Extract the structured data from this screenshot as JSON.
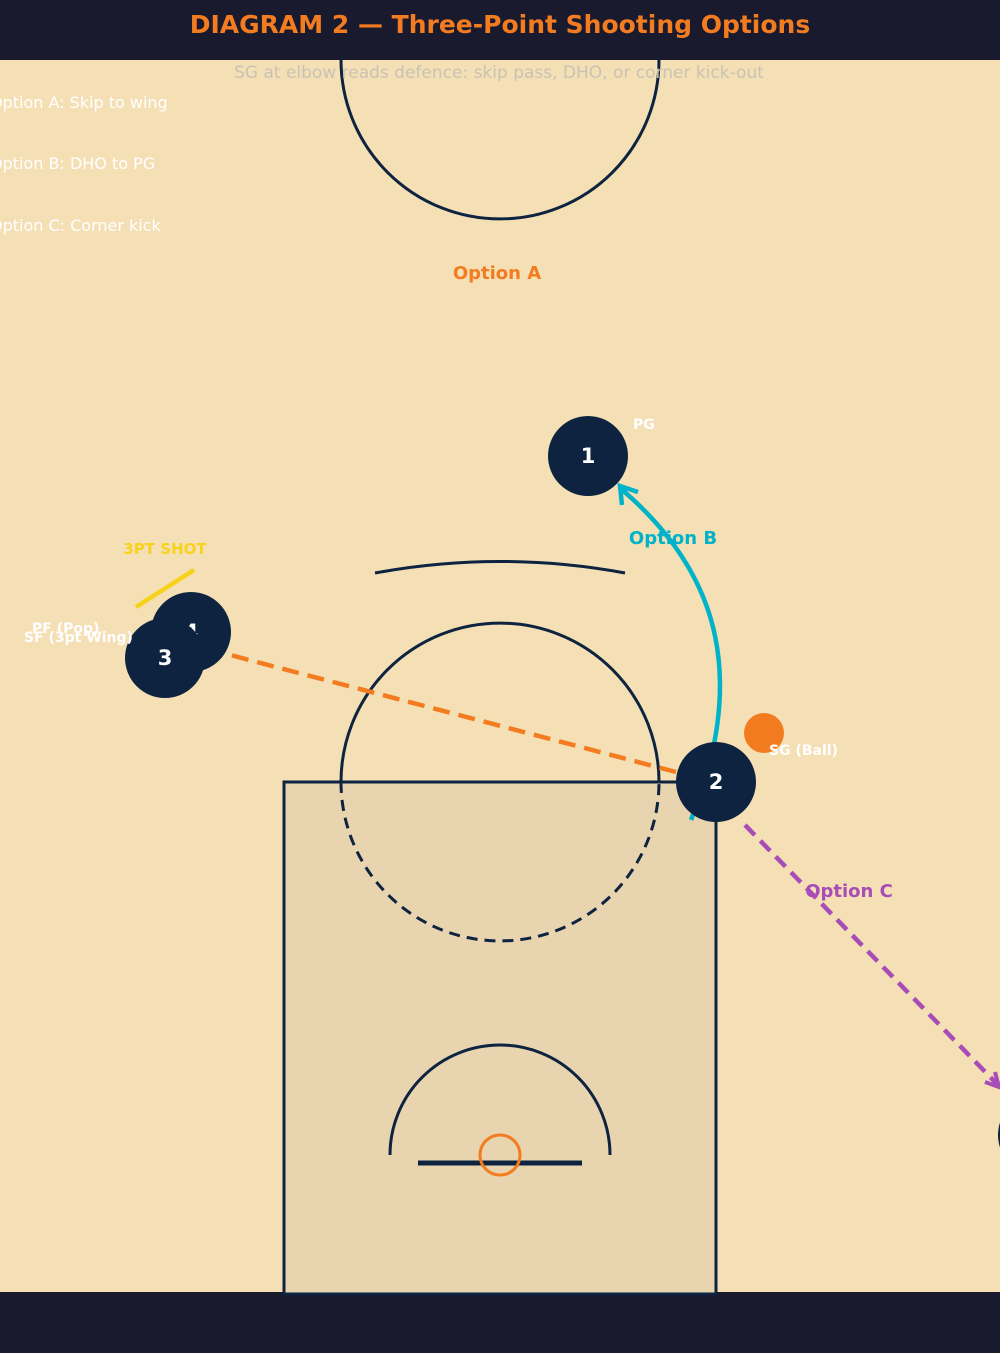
{
  "title": "DIAGRAM 2 — Three-Point Shooting Options",
  "subtitle": "SG at elbow reads defence: skip pass, DHO, or corner kick-out",
  "legend": [
    "Option A: Skip to wing",
    "Option B: DHO to PG",
    "Option C: Corner kick"
  ],
  "options": {
    "a": "Option A",
    "b": "Option B",
    "c": "Option C"
  },
  "players": {
    "pg": {
      "number": "1",
      "label": "PG"
    },
    "sg": {
      "number": "2",
      "label": "SG (Ball)"
    },
    "sf": {
      "number": "3",
      "label": "SF (3pt Wing)"
    },
    "pf": {
      "number": "4",
      "label": "PF (Pop)"
    }
  },
  "shot_label": "3PT SHOT",
  "colors": {
    "court": "#f5dfb5",
    "paint": "#e8d4ae",
    "lines": "#0d2340",
    "bar": "#1a1a2e",
    "title": "#f47c20",
    "option_a": "#f47c20",
    "option_b": "#00b3c9",
    "option_c": "#a84cb8",
    "shot": "#f7d21a",
    "ball": "#f47c20"
  }
}
